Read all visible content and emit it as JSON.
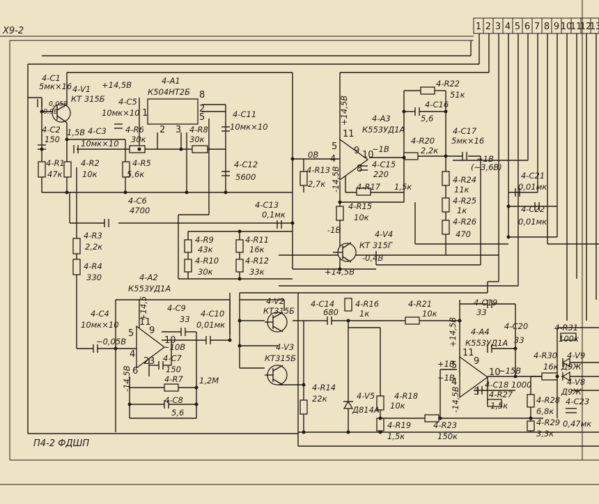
{
  "sheet": {
    "connector_label": "X9-2",
    "board_label": "П4-2 ФДШП",
    "pins": [
      "1",
      "2",
      "3",
      "4",
      "5",
      "6",
      "7",
      "8",
      "9",
      "10",
      "11",
      "12",
      "13"
    ]
  },
  "components": {
    "c1": "4-C1",
    "c1_val": "5мк×16",
    "v1": "4-V1",
    "v1_type": "КТ 315Б",
    "v1_v1": "0,05В",
    "v1_v2": "0,9В",
    "c2": "4-C2",
    "c2_val": "150",
    "c3": "4-C3",
    "c3_val": "10мк×10",
    "c3_v": "1,5В",
    "r1": "4-R1",
    "r1_val": "47к",
    "r2": "4-R2",
    "r2_val": "10к",
    "supply1": "+14,5В",
    "a1": "4-A1",
    "a1_type": "К504НТ2Б",
    "c5": "4-C5",
    "c5_val": "10мк×10",
    "r6": "4-R6",
    "r6_val": "30к",
    "r8": "4-R8",
    "r8_val": "30к",
    "r5": "4-R5",
    "r5_val": "5,6к",
    "c11": "4-C11",
    "c11_val": "10мк×10",
    "c12": "4-C12",
    "c12_val": "5600",
    "c6": "4-C6",
    "c6_val": "4700",
    "c13": "4-C13",
    "c13_val": "0,1мк",
    "r3": "4-R3",
    "r3_val": "2,2к",
    "r4": "4-R4",
    "r4_val": "330",
    "r9": "4-R9",
    "r9_val": "43к",
    "r10": "4-R10",
    "r10_val": "30к",
    "r11": "4-R11",
    "r11_val": "16к",
    "r12": "4-R12",
    "r12_val": "33к",
    "r22": "4-R22",
    "r22_val": "51к",
    "c16": "4-C16",
    "c16_val": "5,6",
    "a3": "4-A3",
    "a3_type": "К553УД1А",
    "a3_supply": "+14,5В",
    "a3_out": "~1В",
    "r20": "4-R20",
    "r20_val": "2,2к",
    "c17": "4-C17",
    "c17_val": "5мк×16",
    "c17_v1": "~1В",
    "c17_v2": "(~3,6В)",
    "ov": "0В",
    "r13": "4-R13",
    "r13_val": "2,7к",
    "a3_neg": "-14,5В",
    "c15": "4-C15",
    "c15_val": "220",
    "r17": "4-R17",
    "r17_val": "1,5к",
    "r24": "4-R24",
    "r24_val": "11к",
    "r25": "4-R25",
    "r25_val": "1к",
    "r26": "4-R26",
    "r26_val": "470",
    "c21": "4-C21",
    "c21_val": "0,01мк",
    "c22": "4-C22",
    "c22_val": "0,01мк",
    "r15": "4-R15",
    "r15_val": "10к",
    "v4_b": "-1В",
    "v4": "4-V4",
    "v4_type": "КТ 315Г",
    "v4_e": "-0,4В",
    "supply2": "+14,5В",
    "a2": "4-A2",
    "a2_type": "К553УД1А",
    "c4": "4-C4",
    "c4_val": "10мк×10",
    "c4_v": "~0,05В",
    "a2_supply": "+14,5",
    "c9": "4-C9",
    "c9_val": "33",
    "c10": "4-C10",
    "c10_val": "0,01мк",
    "a2_out": "~10В",
    "c7": "4-C7",
    "c7_val": "150",
    "a2_neg": "-14,5В",
    "r7": "4-R7",
    "r7_val": "1,2М",
    "c8": "4-C8",
    "c8_val": "5,6",
    "v2": "4-V2",
    "v2_type": "КТ315Б",
    "v3": "4-V3",
    "v3_type": "КТ315Б",
    "c14": "4-C14",
    "c14_val": "680",
    "r16": "4-R16",
    "r16_val": "1к",
    "r21": "4-R21",
    "r21_val": "10к",
    "c19": "4-C19",
    "c19_val": "33",
    "a4": "4-A4",
    "a4_type": "К553УД1А",
    "a4_supply": "+14,5В",
    "c20": "4-C20",
    "c20_val": "33",
    "r31": "4-R31",
    "r31_val": "100к",
    "r30": "4-R30",
    "r30_val": "16к",
    "v9": "4-V9",
    "v9_type": "Д9Ж",
    "v8": "4-V8",
    "v8_type": "Д9Ж",
    "c23": "4-C23",
    "c23_val": "0,47мк",
    "r14": "4-R14",
    "r14_val": "22к",
    "v5": "4-V5",
    "v5_type": "Д814А",
    "r18": "4-R18",
    "r18_val": "10к",
    "a4_v1": "+1В",
    "a4_v2": "~1В",
    "a4_neg": "-14,5В",
    "a4_out": "~15В",
    "c18": "4-C18",
    "c18_val": "1000",
    "r27": "4-R27",
    "r27_val": "1,5к",
    "r28": "4-R28",
    "r28_val": "6,8к",
    "r29": "4-R29",
    "r29_val": "3,3к",
    "r19": "4-R19",
    "r19_val": "1,5к",
    "r23": "4-R23",
    "r23_val": "150к"
  }
}
